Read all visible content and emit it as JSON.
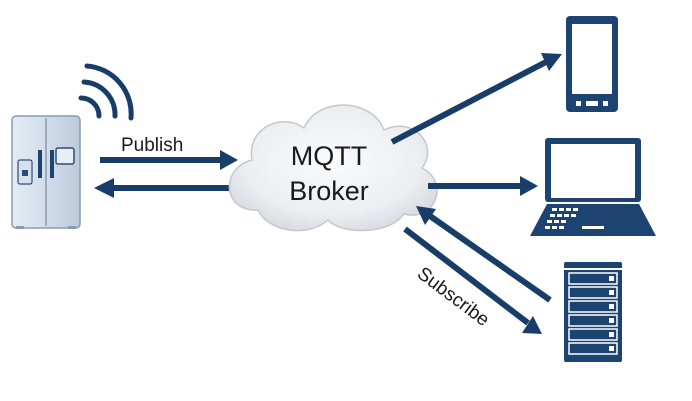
{
  "broker": {
    "line1": "MQTT",
    "line2": "Broker"
  },
  "labels": {
    "publish": "Publish",
    "subscribe": "Subscribe"
  },
  "devices": {
    "publisher": "refrigerator-icon",
    "subscribers": [
      "smartphone-icon",
      "laptop-icon",
      "server-icon"
    ]
  },
  "colors": {
    "arrow": "#173d68",
    "device_navy": "#1d4370",
    "fridge_body": "#cfd9e7",
    "cloud": "#e9ebee"
  }
}
